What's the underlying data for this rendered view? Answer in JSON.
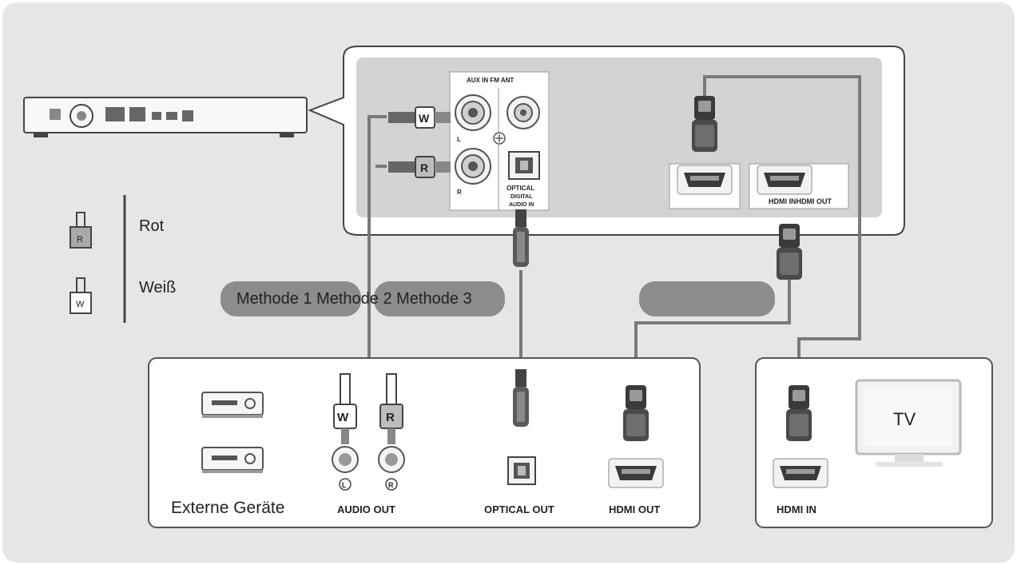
{
  "legend": {
    "red": {
      "letter": "R",
      "label": "Rot"
    },
    "white": {
      "letter": "W",
      "label": "Weiß"
    }
  },
  "methods": {
    "text": "Methode 1 Methode 2 Methode 3"
  },
  "panel": {
    "aux_fm_header": "AUX IN FM ANT",
    "aux_left_mark": "L",
    "aux_right_mark": "R",
    "optical_label_1": "OPTICAL",
    "optical_label_2": "DIGITAL",
    "optical_label_3": "AUDIO IN",
    "hdmi_label": "HDMI INHDMI OUT"
  },
  "external": {
    "title": "Externe Geräte",
    "audio_out": "AUDIO OUT",
    "audio_l": "L",
    "audio_r": "R",
    "optical_out": "OPTICAL OUT",
    "hdmi_out": "HDMI OUT",
    "plug_w": "W",
    "plug_r": "R"
  },
  "tv": {
    "label": "TV",
    "hdmi_in": "HDMI IN"
  },
  "colors": {
    "background": "#e6e6e6",
    "panel_gray": "#d3d3d3",
    "pill": "#8c8c8c",
    "cable": "#7a7a7a"
  }
}
